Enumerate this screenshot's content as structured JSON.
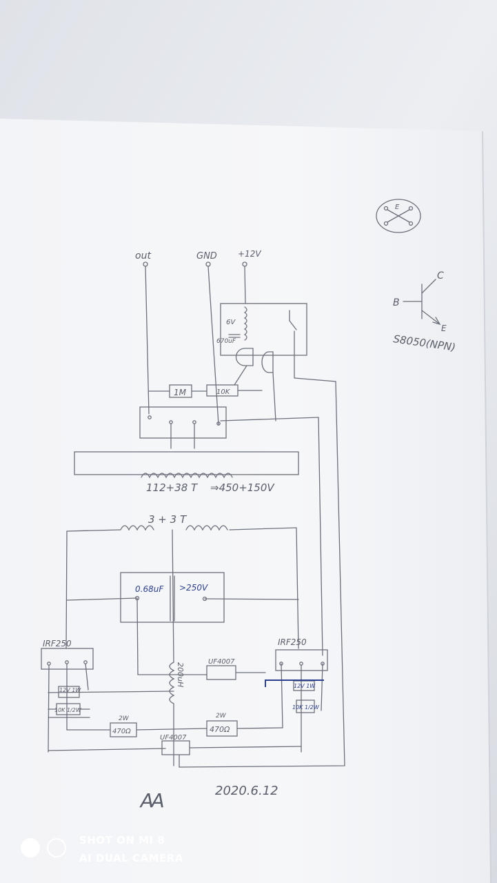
{
  "terminals": {
    "out": "out",
    "gnd": "GND",
    "vcc": "+12V"
  },
  "relay": {
    "coil_voltage": "6V",
    "capacitor": "670uF"
  },
  "resistors": {
    "r1": "1M",
    "r2": "10K"
  },
  "secondary_winding": "112+38 T",
  "output_voltage": "⇒450+150V",
  "primary_winding": "3 + 3 T",
  "capacitor": {
    "value": "0.68uF",
    "voltage": ">250V"
  },
  "mosfet_left": "IRF250",
  "mosfet_right": "IRF250",
  "choke": "200uH",
  "diode_top": "UF4007",
  "diode_bottom": "UF4007",
  "zener_left": "12V 1W",
  "resistor_left": "10K 1/2W",
  "zener_right": "12V 1W",
  "resistor_right": "10K 1/2W",
  "gate_resistor_left": {
    "power": "2W",
    "value": "470Ω"
  },
  "gate_resistor_right": {
    "power": "2W",
    "value": "470Ω"
  },
  "transistor": {
    "b": "B",
    "c": "C",
    "e": "E",
    "label": "S8050(NPN)"
  },
  "pinout": {
    "label": "E"
  },
  "signature": "Ꜳ",
  "date": "2020.6.12",
  "watermark": {
    "line1": "SHOT ON MI 8",
    "line2": "AI DUAL CAMERA"
  }
}
